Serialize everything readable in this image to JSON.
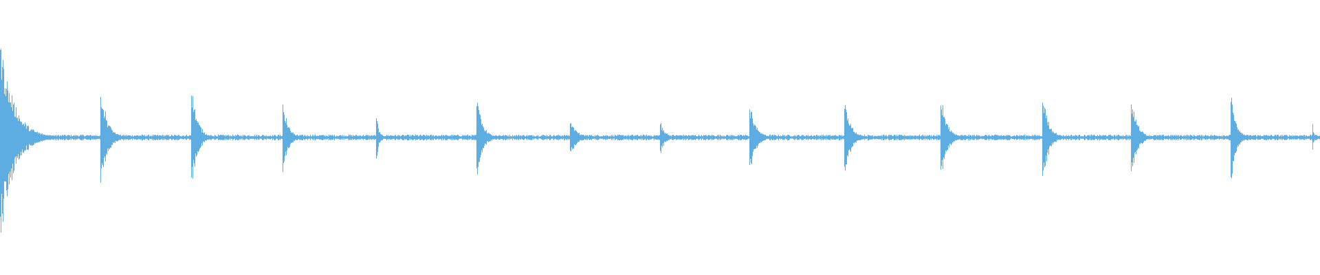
{
  "waveform": {
    "color": "#5dade2",
    "transients": [
      {
        "time": 0.0,
        "peak": 0.8,
        "decay": 0.45
      },
      {
        "time": 0.076,
        "peak": 0.42,
        "decay": 0.22
      },
      {
        "time": 0.145,
        "peak": 0.42,
        "decay": 0.2
      },
      {
        "time": 0.214,
        "peak": 0.29,
        "decay": 0.18
      },
      {
        "time": 0.285,
        "peak": 0.2,
        "decay": 0.08
      },
      {
        "time": 0.361,
        "peak": 0.32,
        "decay": 0.2
      },
      {
        "time": 0.432,
        "peak": 0.16,
        "decay": 0.2
      },
      {
        "time": 0.5,
        "peak": 0.14,
        "decay": 0.16
      },
      {
        "time": 0.568,
        "peak": 0.29,
        "decay": 0.2
      },
      {
        "time": 0.64,
        "peak": 0.33,
        "decay": 0.2
      },
      {
        "time": 0.713,
        "peak": 0.36,
        "decay": 0.2
      },
      {
        "time": 0.79,
        "peak": 0.38,
        "decay": 0.2
      },
      {
        "time": 0.857,
        "peak": 0.33,
        "decay": 0.2
      },
      {
        "time": 0.933,
        "peak": 0.35,
        "decay": 0.18
      },
      {
        "time": 0.995,
        "peak": 0.1,
        "decay": 0.04
      }
    ],
    "noise_floor": 0.015
  }
}
